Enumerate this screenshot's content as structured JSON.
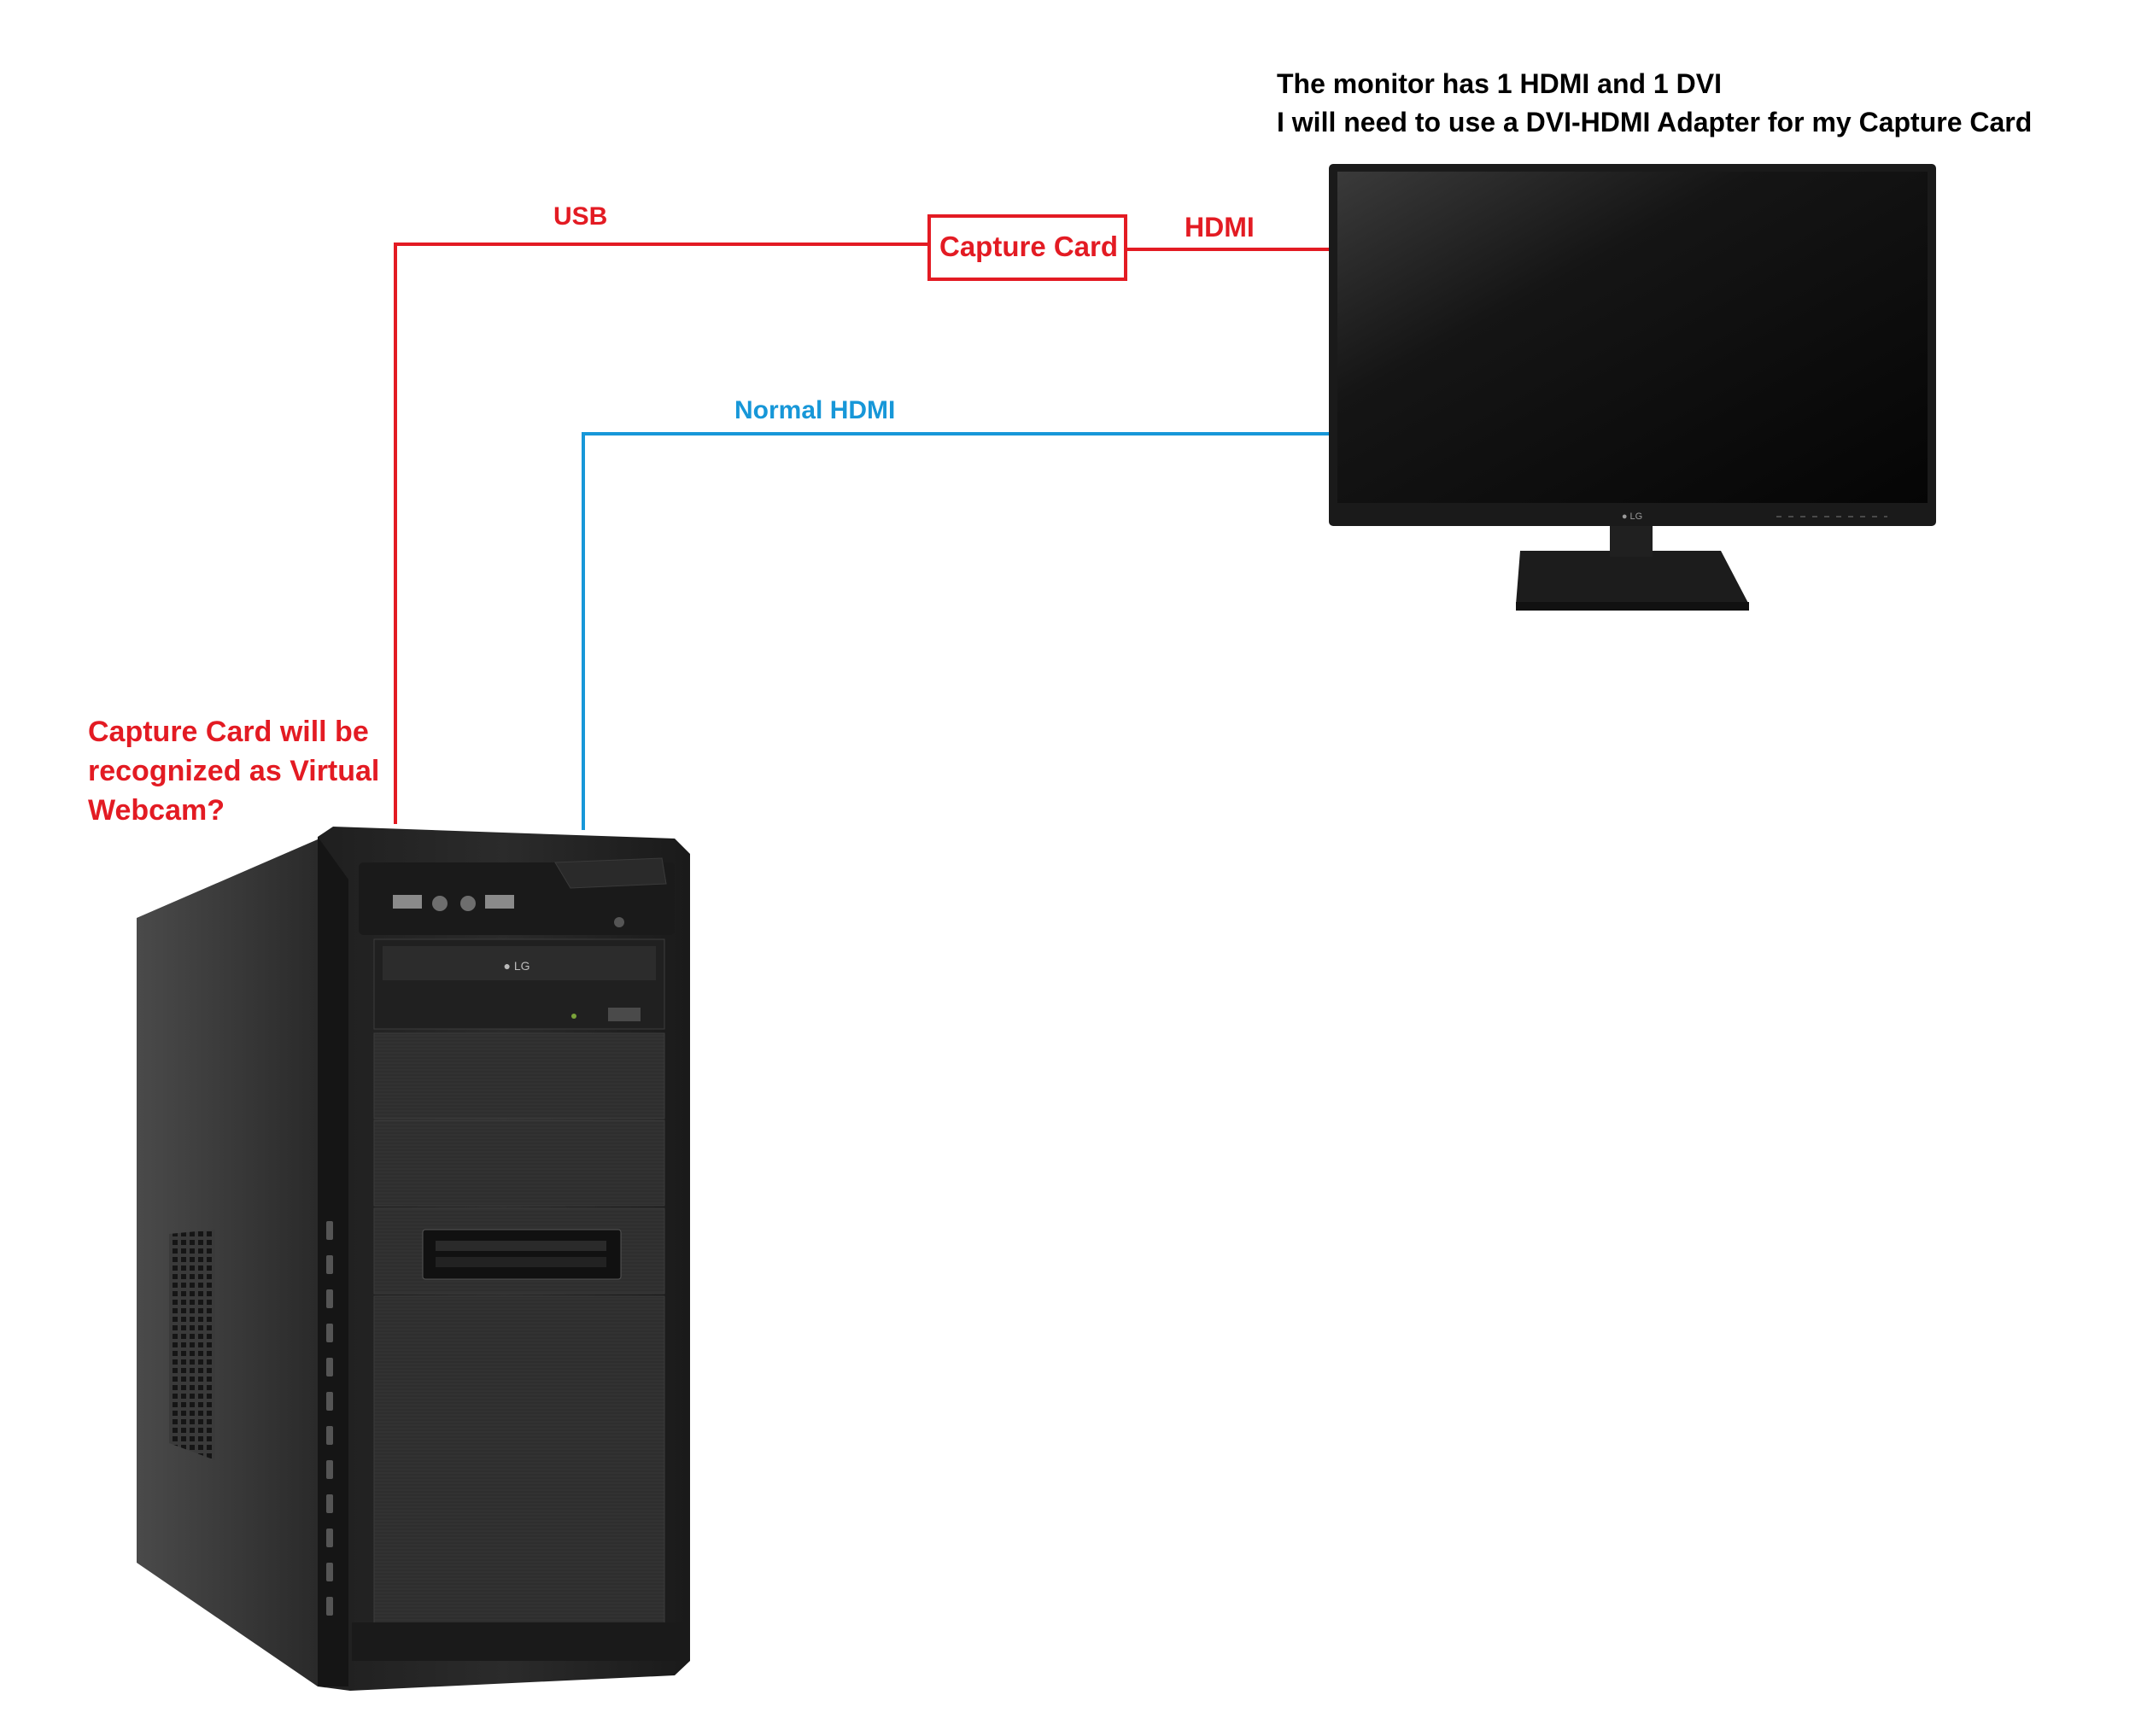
{
  "diagram": {
    "colors": {
      "red": "#e31b23",
      "blue": "#1797d8",
      "text": "#000000"
    },
    "note": {
      "line1": "The monitor has 1 HDMI and 1 DVI",
      "line2": "I will need to use a DVI-HDMI Adapter for my Capture Card"
    },
    "connections": {
      "usb": "USB",
      "capture_card": "Capture Card",
      "hdmi": "HDMI",
      "normal_hdmi": "Normal HDMI"
    },
    "question": {
      "line1": "Capture Card will be",
      "line2": "recognized as Virtual",
      "line3": "Webcam?"
    },
    "devices": {
      "monitor_icon": "lg-monitor-image",
      "pc_icon": "pc-tower-image"
    }
  }
}
